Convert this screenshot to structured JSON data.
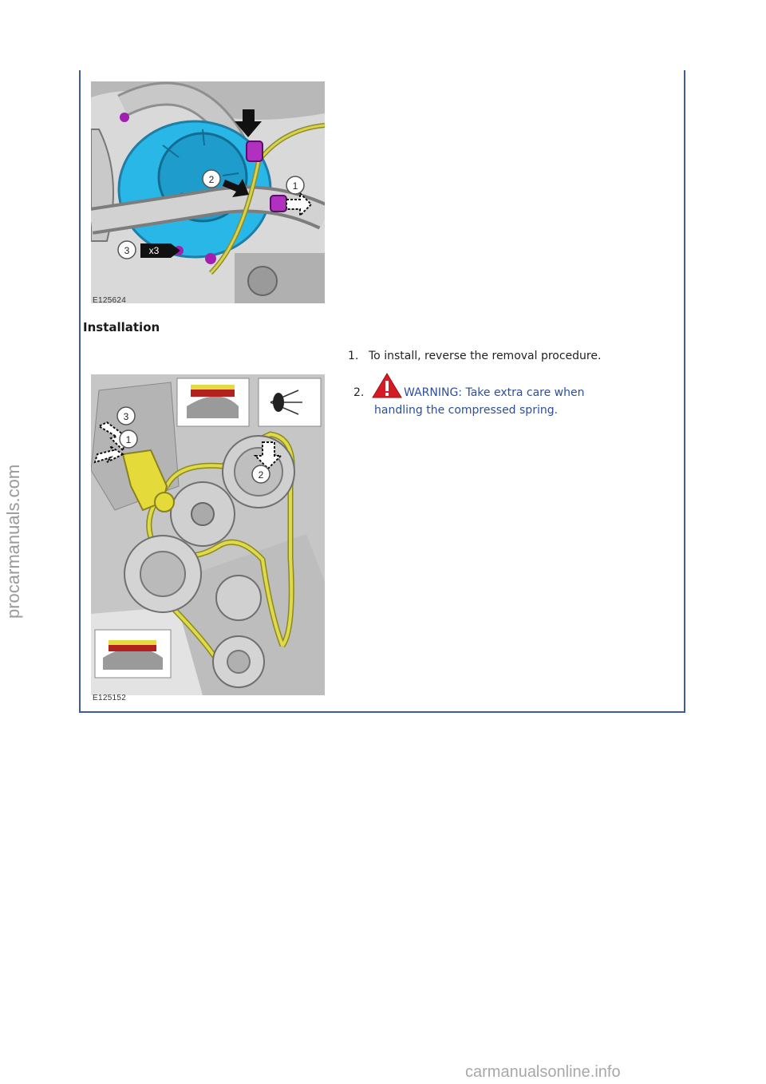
{
  "figures": {
    "removal": {
      "code": "E125624",
      "callouts": [
        "1",
        "2",
        "3"
      ],
      "multiplier": "x3"
    },
    "installation": {
      "code": "E125152",
      "callouts": [
        "1",
        "2",
        "3"
      ]
    }
  },
  "section": {
    "heading": "Installation"
  },
  "steps": [
    {
      "number": "1.",
      "text": "To install, reverse the removal procedure."
    },
    {
      "number": "2.",
      "text_line1": "WARNING: Take extra care when",
      "text_line2": "handling the compressed spring.",
      "icon": "warning-triangle-icon"
    }
  ],
  "watermarks": {
    "side": "procarmanuals.com",
    "bottom": "carmanualsonline.info"
  }
}
